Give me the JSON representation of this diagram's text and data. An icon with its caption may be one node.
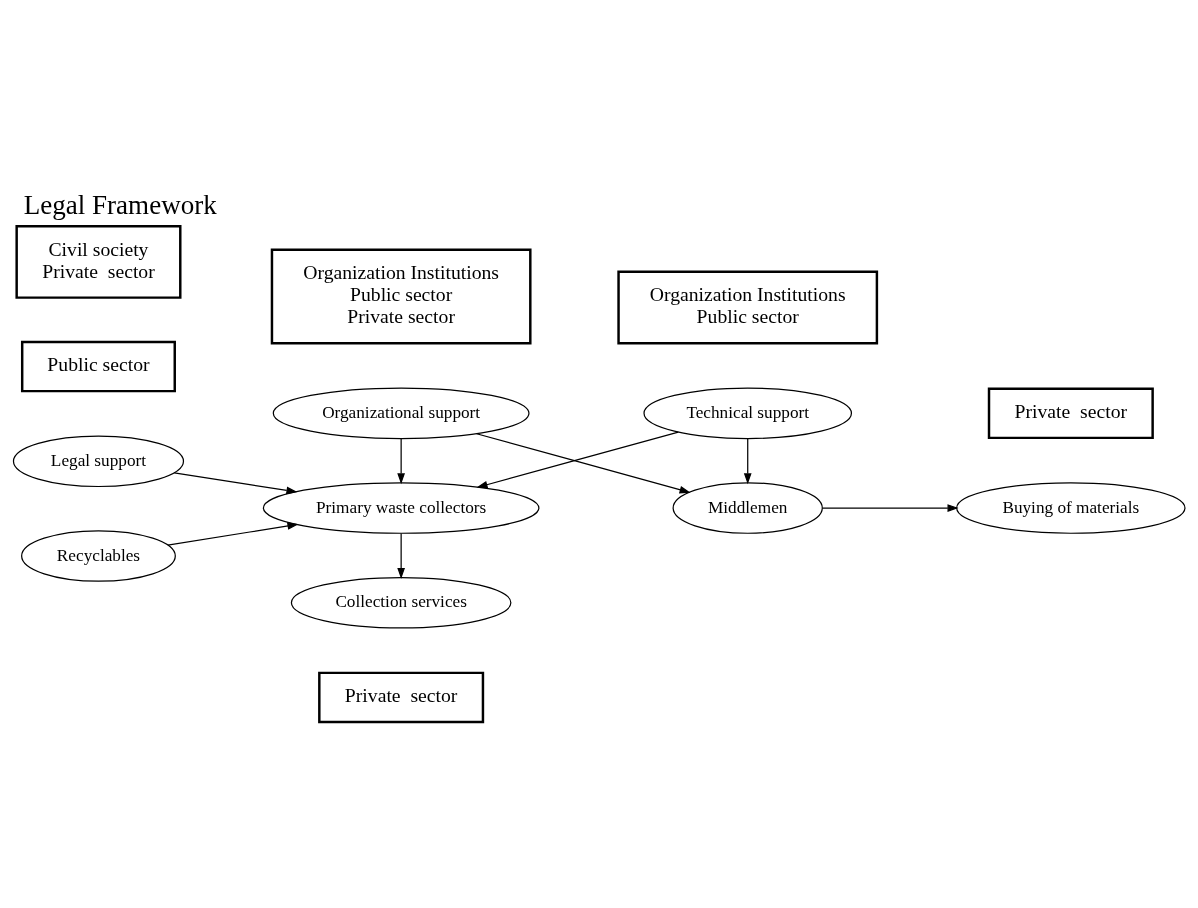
{
  "diagram": {
    "title": "Legal Framework",
    "nodes": [
      {
        "text": [
          "Private  sector"
        ]
      },
      {
        "text": [
          "Collection services"
        ]
      },
      {
        "text": [
          "Organization Institutions",
          "Public sector"
        ]
      },
      {
        "text": [
          "Technical support"
        ]
      },
      {
        "text": [
          "Public sector"
        ]
      },
      {
        "text": [
          "Legal support"
        ]
      },
      {
        "text": [
          "Primary waste collectors"
        ]
      },
      {
        "text": [
          "Middlemen"
        ]
      },
      {
        "text": [
          "Civil society",
          "Private  sector"
        ]
      },
      {
        "text": [
          "Recyclables"
        ]
      },
      {
        "text": [
          "Buying of materials"
        ]
      },
      {
        "text": [
          "Organizational support"
        ]
      },
      {
        "text": [
          "Private  sector"
        ]
      },
      {
        "text": [
          "Organization Institutions",
          "Public sector",
          "Private sector"
        ]
      }
    ],
    "edges": [
      {
        "from": 6,
        "to": 1,
        "arrow": "to"
      },
      {
        "from": 3,
        "to": 6,
        "arrow": "to"
      },
      {
        "from": 3,
        "to": 7,
        "arrow": "to"
      },
      {
        "from": 5,
        "to": 6,
        "arrow": "to"
      },
      {
        "from": 9,
        "to": 6,
        "arrow": "to"
      },
      {
        "from": 11,
        "to": 6,
        "arrow": "to"
      },
      {
        "from": 11,
        "to": 7,
        "arrow": "to"
      },
      {
        "from": 7,
        "to": 10,
        "arrow": "to"
      }
    ]
  }
}
